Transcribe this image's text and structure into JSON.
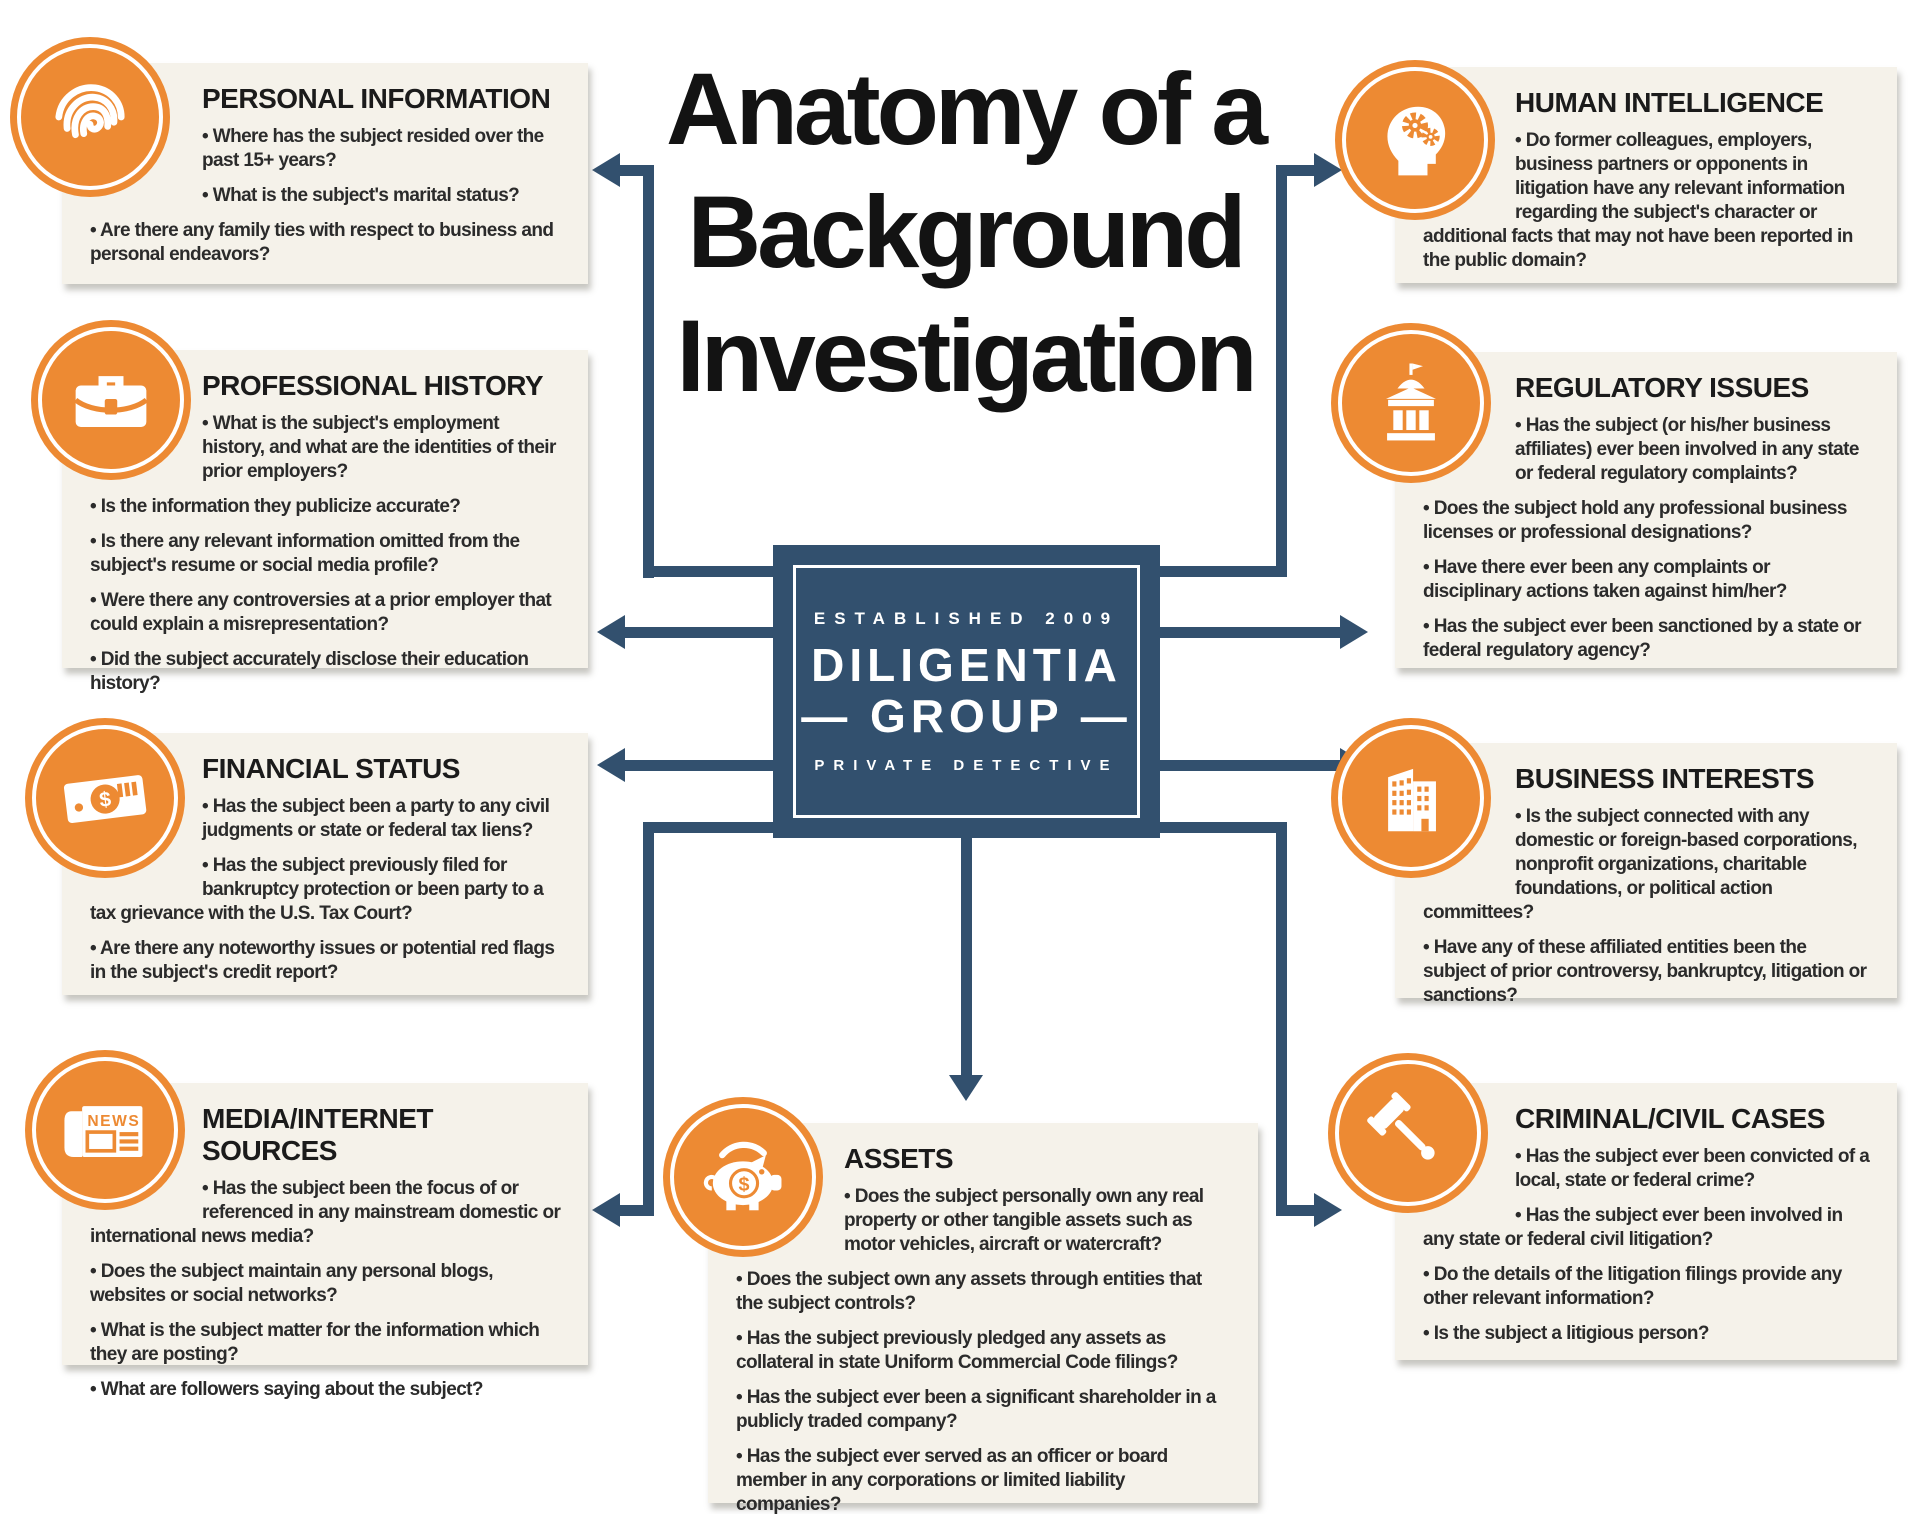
{
  "colors": {
    "orange": "#ED8A33",
    "navy": "#32506E",
    "beige": "#F5F2EA"
  },
  "title": {
    "lines": [
      "Anatomy of a",
      "Background",
      "Investigation"
    ]
  },
  "center_badge": {
    "established": "ESTABLISHED 2009",
    "name": "DILIGENTIA",
    "group": "— GROUP —",
    "tagline": "PRIVATE DETECTIVE"
  },
  "icons": {
    "news_label": "NEWS",
    "dollar_symbol": "$"
  },
  "sections": {
    "personal_information": {
      "title": "PERSONAL INFORMATION",
      "icon": "fingerprint-icon",
      "bullets": [
        "Where has the subject resided over the past 15+ years?",
        "What is the subject's marital status?",
        "Are there any family ties with respect to business and personal endeavors?"
      ]
    },
    "professional_history": {
      "title": "PROFESSIONAL HISTORY",
      "icon": "briefcase-icon",
      "bullets": [
        "What is the subject's employment history, and what are the identities of their prior employers?",
        "Is the information they publicize accurate?",
        "Is there any relevant information omitted from the subject's resume or social media profile?",
        "Were there any controversies at a prior employer that could explain a misrepresentation?",
        "Did the subject accurately disclose their education history?"
      ]
    },
    "financial_status": {
      "title": "FINANCIAL STATUS",
      "icon": "money-icon",
      "bullets": [
        "Has the subject been a party to any civil judgments or state or federal tax liens?",
        "Has the subject previously filed for bankruptcy protection or been party to a tax grievance with the U.S. Tax Court?",
        "Are there any noteworthy issues or potential red flags in the subject's credit report?"
      ]
    },
    "media_internet_sources": {
      "title": "MEDIA/INTERNET SOURCES",
      "icon": "newspaper-icon",
      "bullets": [
        "Has the subject been the focus of or referenced in any mainstream domestic or international news media?",
        "Does the subject maintain any personal blogs, websites or social networks?",
        "What is the subject matter for the information which they are posting?",
        "What are followers saying about the subject?"
      ]
    },
    "human_intelligence": {
      "title": "HUMAN INTELLIGENCE",
      "icon": "head-gears-icon",
      "bullets": [
        "Do former colleagues, employers, business partners or opponents in litigation have any relevant information regarding the subject's character or additional facts that may not have been reported in the public domain?"
      ]
    },
    "regulatory_issues": {
      "title": "REGULATORY ISSUES",
      "icon": "government-building-icon",
      "bullets": [
        "Has the subject (or his/her business affiliates) ever been involved in any state or federal regulatory complaints?",
        "Does the subject hold any professional business licenses or professional designations?",
        "Have there ever been any complaints or disciplinary actions taken against him/her?",
        "Has the subject ever been sanctioned by a state or federal regulatory agency?"
      ]
    },
    "business_interests": {
      "title": "BUSINESS INTERESTS",
      "icon": "office-building-icon",
      "bullets": [
        "Is the subject connected with any domestic or foreign-based corporations, nonprofit organizations, charitable foundations, or political action committees?",
        "Have any of these affiliated entities been the subject of prior controversy, bankruptcy, litigation or sanctions?"
      ]
    },
    "criminal_civil_cases": {
      "title": "CRIMINAL/CIVIL CASES",
      "icon": "gavel-icon",
      "bullets": [
        "Has the subject ever been convicted of a local, state or federal crime?",
        "Has the subject ever been involved in any state or federal civil litigation?",
        "Do the details of the litigation filings provide any other relevant information?",
        "Is the subject a litigious person?"
      ]
    },
    "assets": {
      "title": "ASSETS",
      "icon": "piggy-bank-icon",
      "bullets": [
        "Does the subject personally own any real property or other tangible assets such as motor vehicles, aircraft or watercraft?",
        "Does the subject own any assets through entities that the subject controls?",
        "Has the subject previously pledged any assets as collateral in state Uniform Commercial Code filings?",
        "Has the subject ever been a significant shareholder in a publicly traded company?",
        "Has the subject ever served as an officer or board member in any corporations or limited liability companies?"
      ]
    }
  }
}
